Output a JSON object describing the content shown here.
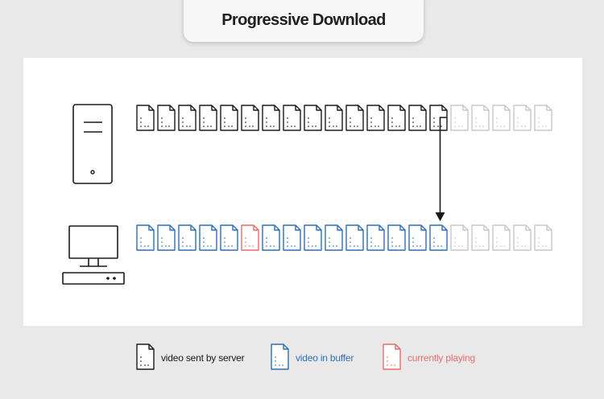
{
  "title": "Progressive Download",
  "colors": {
    "sent": "#1a1a1a",
    "buffer": "#2f6fb6",
    "playing": "#e86c6c",
    "pending": "#c8c8c8",
    "background": "#e9e9e9",
    "panel": "#ffffff"
  },
  "server_row": [
    "sent",
    "sent",
    "sent",
    "sent",
    "sent",
    "sent",
    "sent",
    "sent",
    "sent",
    "sent",
    "sent",
    "sent",
    "sent",
    "sent",
    "sent",
    "pending",
    "pending",
    "pending",
    "pending",
    "pending"
  ],
  "client_row": [
    "buffer",
    "buffer",
    "buffer",
    "buffer",
    "buffer",
    "playing",
    "buffer",
    "buffer",
    "buffer",
    "buffer",
    "buffer",
    "buffer",
    "buffer",
    "buffer",
    "buffer",
    "pending",
    "pending",
    "pending",
    "pending",
    "pending"
  ],
  "arrow": {
    "from_index": 14,
    "label": ""
  },
  "legend": [
    {
      "state": "sent",
      "label": "video sent by server"
    },
    {
      "state": "buffer",
      "label": "video in buffer"
    },
    {
      "state": "playing",
      "label": "currently playing"
    }
  ],
  "icons": {
    "server": "server-tower-icon",
    "client": "desktop-computer-icon",
    "file": "file-icon"
  }
}
